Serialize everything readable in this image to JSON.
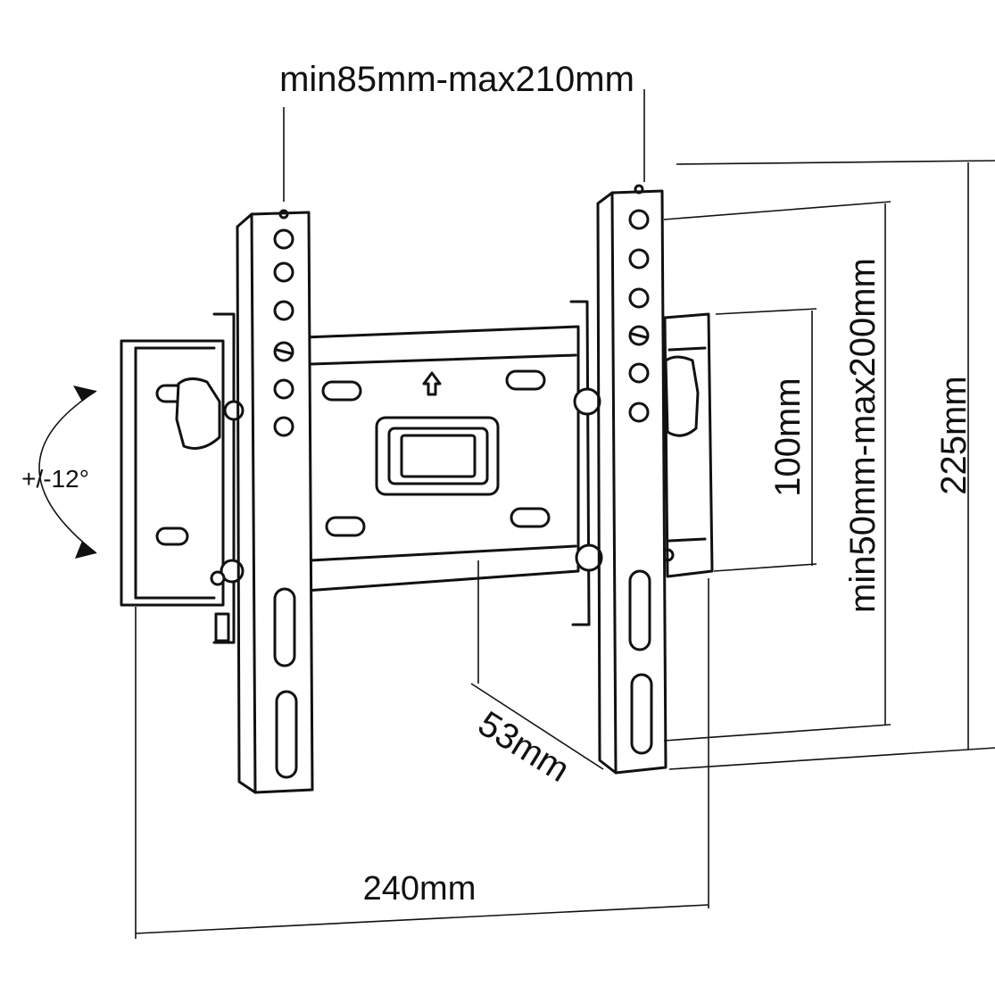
{
  "labels": {
    "vesa_horizontal": "min85mm-max210mm",
    "vesa_vertical": "min50mm-max200mm",
    "wall_plate_height": "100mm",
    "bracket_height": "225mm",
    "depth": "53mm",
    "width": "240mm",
    "tilt": "+/-12°"
  },
  "colors": {
    "ink": "#111111",
    "background": "#ffffff"
  }
}
